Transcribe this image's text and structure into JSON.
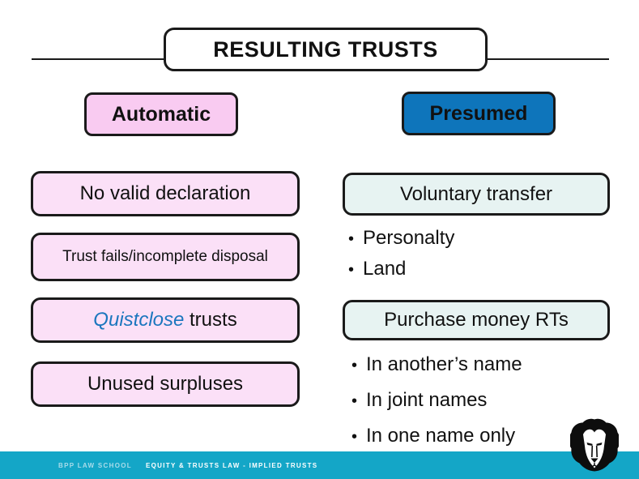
{
  "title": "RESULTING TRUSTS",
  "left_column": {
    "header": "Automatic",
    "item1": "No valid declaration",
    "item2": "Trust fails/incomplete disposal",
    "item3_italic": "Quistclose",
    "item3_rest": " trusts",
    "item4": "Unused surpluses"
  },
  "right_column": {
    "header": "Presumed",
    "box1": "Voluntary transfer",
    "box1_bullets": [
      "Personalty",
      "Land"
    ],
    "box2": "Purchase money RTs",
    "box2_bullets": [
      "In another’s name",
      "In joint names",
      "In one name only"
    ]
  },
  "glyphs": {
    "bullet": "•"
  },
  "footer": {
    "school": "BPP LAW SCHOOL",
    "course": "EQUITY & TRUSTS LAW - IMPLIED TRUSTS"
  },
  "colors": {
    "pink_header": "#F9CBF1",
    "pink_item": "#FBE0F7",
    "blue_header": "#0E75BB",
    "mint_item": "#E7F3F2",
    "quistclose_blue": "#1B76BE",
    "footer_bar": "#14A6C7"
  },
  "logo": "bpp-lion"
}
